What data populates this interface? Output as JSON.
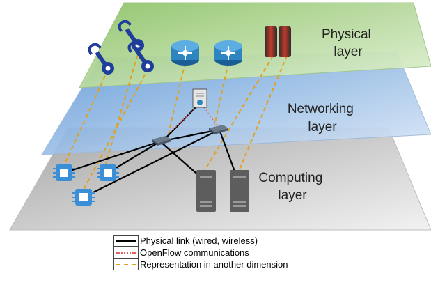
{
  "layers": {
    "physical": {
      "line1": "Physical",
      "line2": "layer",
      "color": "#a9d18e"
    },
    "networking": {
      "line1": "Networking",
      "line2": "layer",
      "color": "#9dc3e6"
    },
    "computing": {
      "line1": "Computing",
      "line2": "layer",
      "color": "#d9d9d9"
    }
  },
  "devices": {
    "robot_arms": 3,
    "routers": 2,
    "server_racks": 2,
    "controller": 1,
    "switches": 2,
    "processors": 3,
    "servers": 2
  },
  "legend": [
    {
      "style": "solid",
      "label": "Physical link (wired, wireless)"
    },
    {
      "style": "dotted",
      "label": "OpenFlow communications"
    },
    {
      "style": "dashed",
      "label": "Representation in another dimension"
    }
  ],
  "colors": {
    "physical_link": "#000000",
    "openflow": "#e06060",
    "dimension_link": "#e0a020",
    "robot_blue": "#1f3d9a",
    "router_blue": "#2e86c1",
    "rack_red": "#c0392b",
    "server_gray": "#5d5d5d",
    "chip_blue": "#3a8fd6"
  }
}
